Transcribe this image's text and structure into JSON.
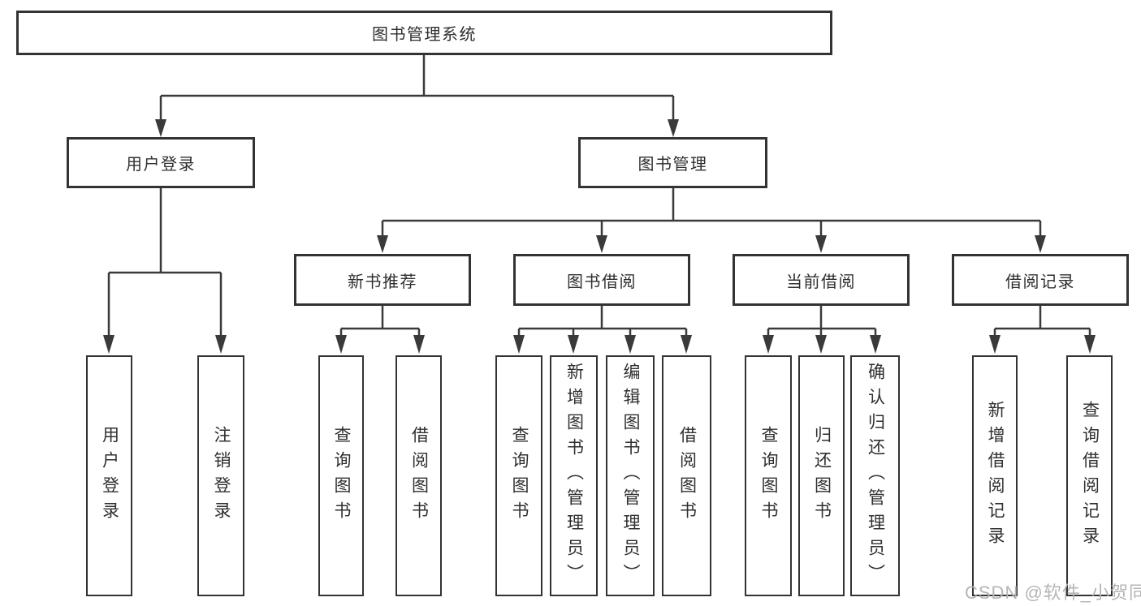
{
  "tree": {
    "root": {
      "label": "图书管理系统"
    },
    "level2": [
      {
        "label": "用户登录",
        "children": [
          "用户登录",
          "注销登录"
        ]
      },
      {
        "label": "图书管理"
      }
    ],
    "level3": [
      {
        "parent": "图书管理",
        "label": "新书推荐",
        "children": [
          "查询图书",
          "借阅图书"
        ]
      },
      {
        "parent": "图书管理",
        "label": "图书借阅",
        "children": [
          "查询图书",
          "新增图书（管理员）",
          "编辑图书（管理员）",
          "借阅图书"
        ]
      },
      {
        "parent": "图书管理",
        "label": "当前借阅",
        "children": [
          "查询图书",
          "归还图书",
          "确认归还（管理员）"
        ]
      },
      {
        "parent": "图书管理",
        "label": "借阅记录",
        "children": [
          "新增借阅记录",
          "查询借阅记录"
        ]
      }
    ]
  },
  "watermark": {
    "text": "CSDN @软件_小贺同学"
  },
  "colors": {
    "line": "#3a3a3a",
    "border": "#333333",
    "text": "#2f2f2f",
    "watermark": "#b5b5b5",
    "background": "#ffffff"
  }
}
